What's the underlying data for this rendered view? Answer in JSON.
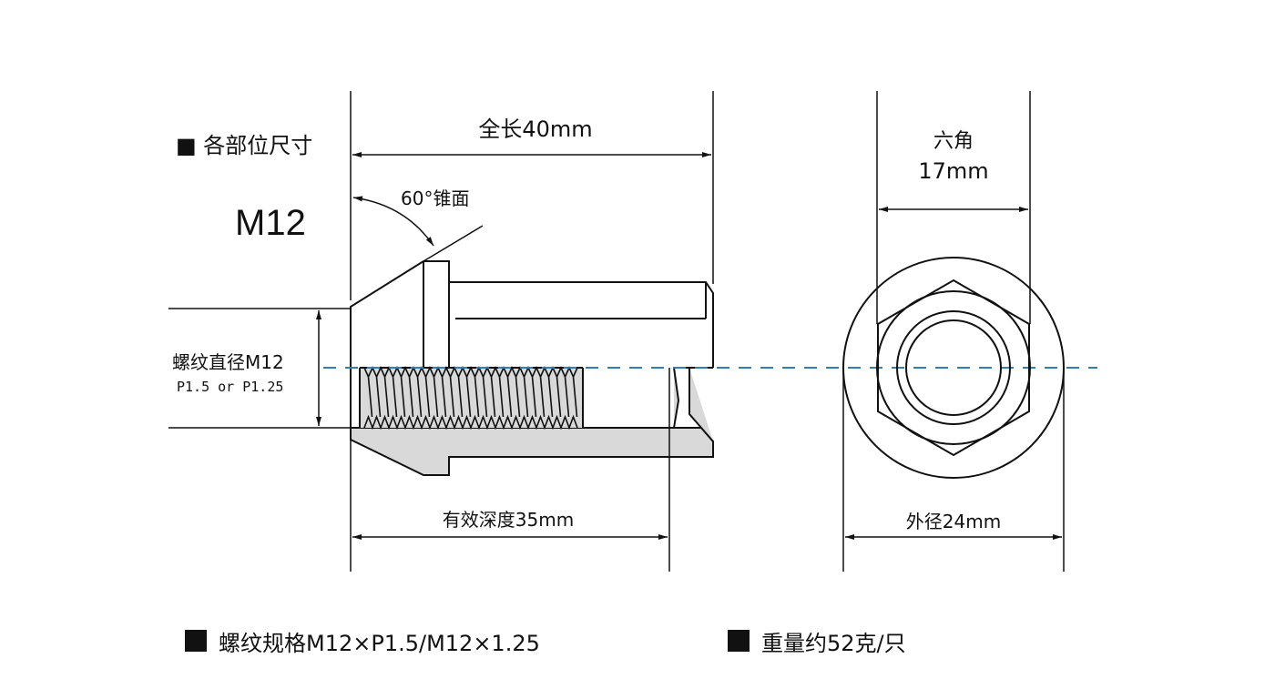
{
  "header": {
    "section_label": "■ 各部位尺寸",
    "size_label": "M12"
  },
  "dimensions": {
    "total_length": "全长40mm",
    "cone_angle": "60°锥面",
    "thread_diameter": "螺纹直径M12",
    "thread_pitch": "P1.5 or P1.25",
    "effective_depth": "有效深度35mm",
    "hex_label": "六角",
    "hex_size": "17mm",
    "outer_diameter": "外径24mm"
  },
  "footer": {
    "thread_spec": "螺纹规格M12×P1.5/M12×1.25",
    "weight": "重量约52克/只"
  },
  "colors": {
    "line": "#111111",
    "fill": "#d9d9d9",
    "centerline": "#2f7fb5"
  }
}
